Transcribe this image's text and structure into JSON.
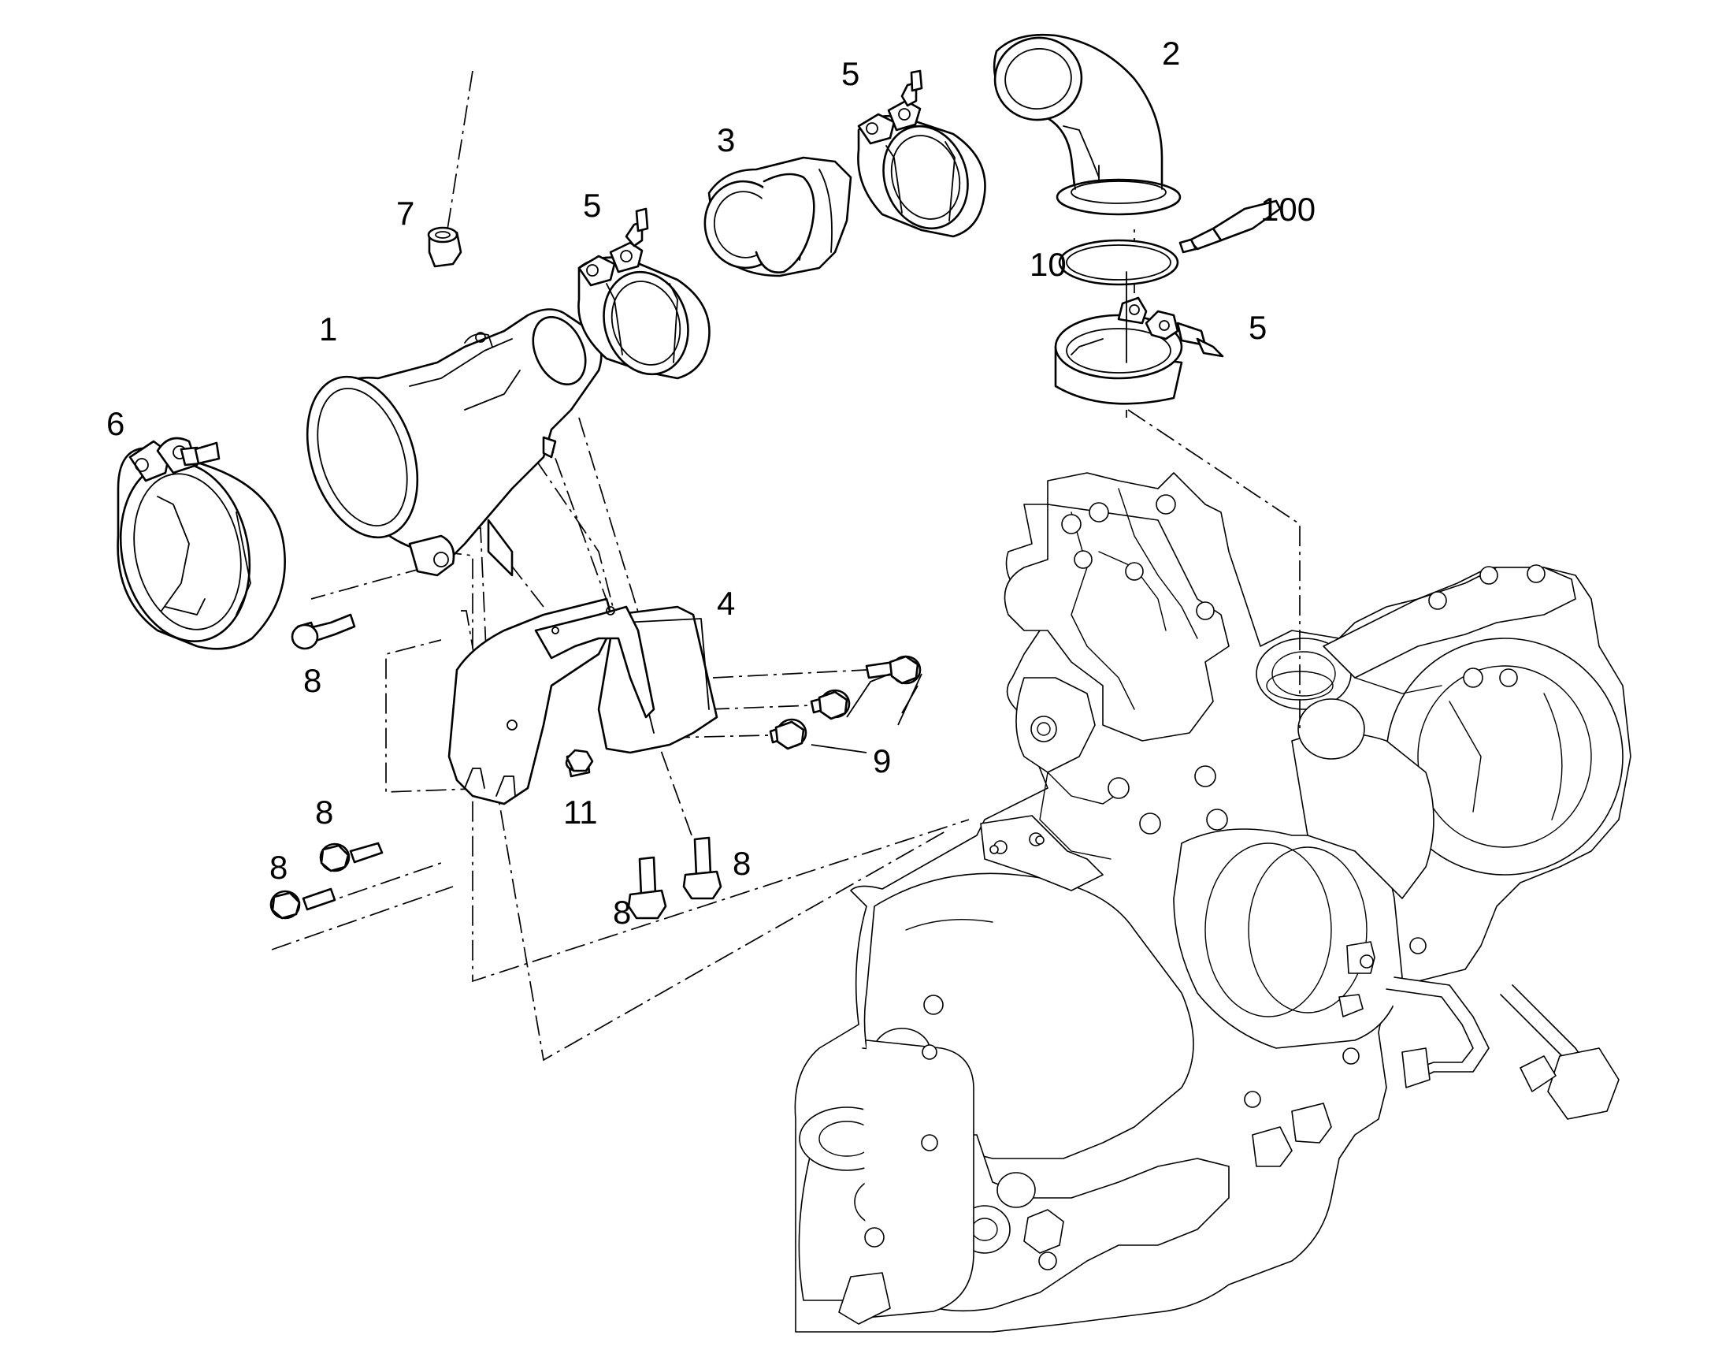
{
  "callouts": [
    {
      "id": "c1",
      "text": "1"
    },
    {
      "id": "c2",
      "text": "2"
    },
    {
      "id": "c3",
      "text": "3"
    },
    {
      "id": "c4",
      "text": "4"
    },
    {
      "id": "c5a",
      "text": "5"
    },
    {
      "id": "c5b",
      "text": "5"
    },
    {
      "id": "c5c",
      "text": "5"
    },
    {
      "id": "c6",
      "text": "6"
    },
    {
      "id": "c7",
      "text": "7"
    },
    {
      "id": "c8a",
      "text": "8"
    },
    {
      "id": "c8b",
      "text": "8"
    },
    {
      "id": "c8c",
      "text": "8"
    },
    {
      "id": "c8d",
      "text": "8"
    },
    {
      "id": "c8e",
      "text": "8"
    },
    {
      "id": "c9",
      "text": "9"
    },
    {
      "id": "c10",
      "text": "10"
    },
    {
      "id": "c11",
      "text": "11"
    },
    {
      "id": "c100",
      "text": "100"
    }
  ]
}
